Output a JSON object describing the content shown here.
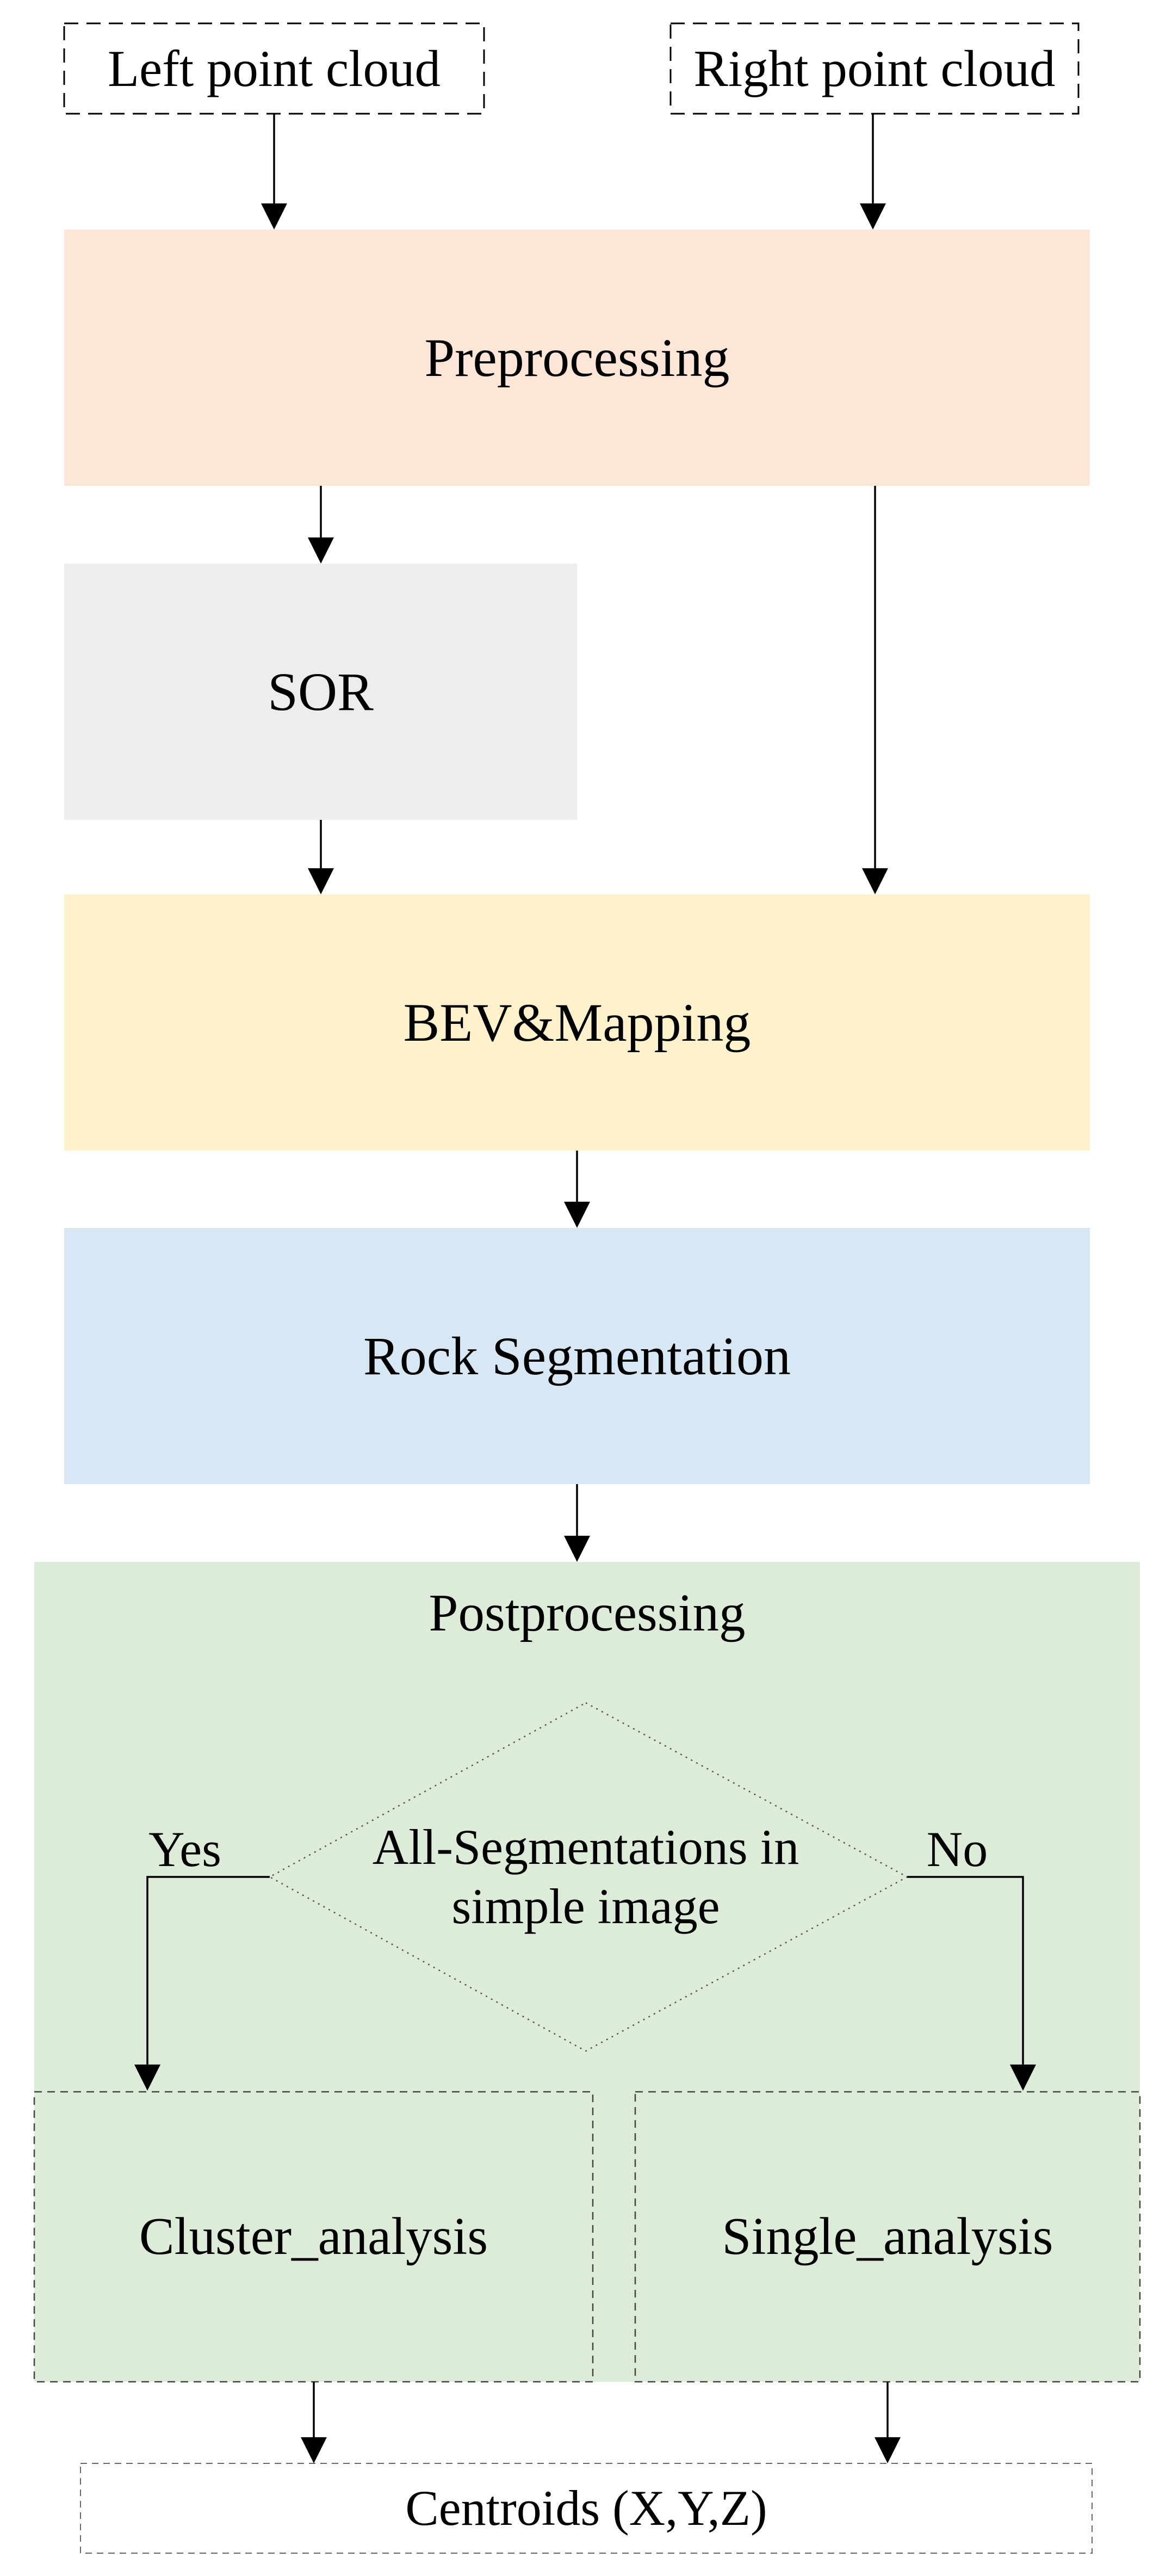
{
  "flowchart": {
    "inputs": {
      "left": {
        "label": "Left point cloud"
      },
      "right": {
        "label": "Right point cloud"
      }
    },
    "stages": {
      "preprocessing": {
        "label": "Preprocessing",
        "color": "#fde5d7"
      },
      "sor": {
        "label": "SOR",
        "color": "#ededed"
      },
      "bev_mapping": {
        "label": "BEV&Mapping",
        "color": "#fdf2cc"
      },
      "rock_segmentation": {
        "label": "Rock Segmentation",
        "color": "#d7e7f4"
      },
      "postprocessing": {
        "label": "Postprocessing",
        "color": "#dcecd8"
      }
    },
    "decision": {
      "line1": "All-Segmentations in",
      "line2": "simple image",
      "yes_label": "Yes",
      "no_label": "No"
    },
    "branches": {
      "cluster": {
        "label": "Cluster_analysis"
      },
      "single": {
        "label": "Single_analysis"
      }
    },
    "output": {
      "label": "Centroids (X,Y,Z)"
    },
    "line_color": "#000000"
  }
}
